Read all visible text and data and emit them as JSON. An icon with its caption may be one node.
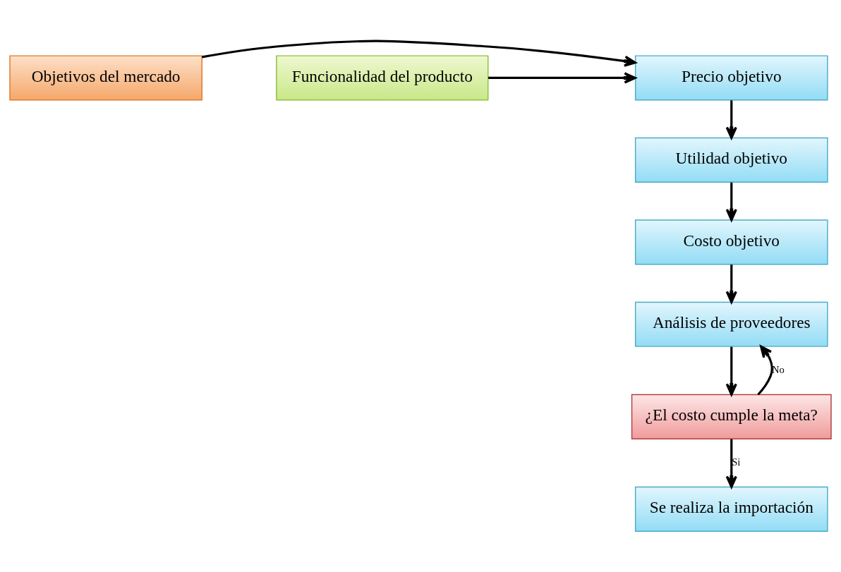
{
  "diagram": {
    "nodes": [
      {
        "text": [
          "Objetivos del mercado"
        ]
      },
      {
        "text": [
          "Precio objetivo"
        ]
      },
      {
        "text": [
          "Funcionalidad del producto"
        ]
      },
      {
        "text": [
          "Utilidad objetivo"
        ]
      },
      {
        "text": [
          "Costo objetivo"
        ]
      },
      {
        "text": [
          "Análisis de proveedores"
        ]
      },
      {
        "text": [
          "¿El costo cumple la meta?"
        ]
      },
      {
        "text": [
          "Se realiza la importación"
        ]
      }
    ],
    "edges": [
      {
        "from": 0,
        "to": 1,
        "arrow": "to"
      },
      {
        "from": 2,
        "to": 1,
        "arrow": "to"
      },
      {
        "from": 1,
        "to": 3,
        "arrow": "to"
      },
      {
        "from": 3,
        "to": 4,
        "arrow": "to"
      },
      {
        "from": 4,
        "to": 5,
        "arrow": "to"
      },
      {
        "from": 5,
        "to": 6,
        "arrow": "to"
      },
      {
        "from": 6,
        "to": 5,
        "arrow": "to",
        "label": "No"
      },
      {
        "from": 6,
        "to": 7,
        "arrow": "to",
        "label": "Si"
      }
    ]
  }
}
